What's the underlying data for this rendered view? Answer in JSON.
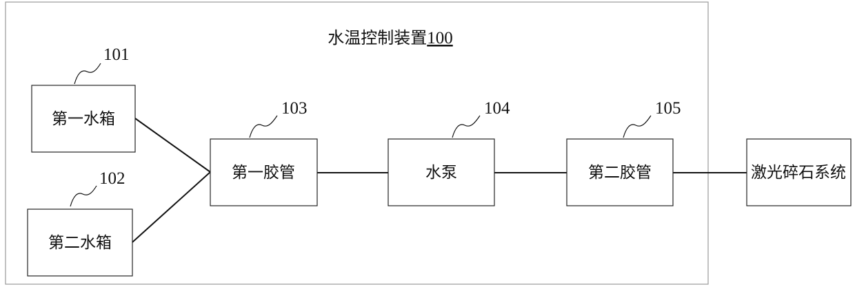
{
  "title": {
    "text": "水温控制装置",
    "ref": "100"
  },
  "components": [
    {
      "id": "tank1",
      "label": "第一水箱",
      "ref": "101"
    },
    {
      "id": "tank2",
      "label": "第二水箱",
      "ref": "102"
    },
    {
      "id": "hose1",
      "label": "第一胶管",
      "ref": "103"
    },
    {
      "id": "pump",
      "label": "水泵",
      "ref": "104"
    },
    {
      "id": "hose2",
      "label": "第二胶管",
      "ref": "105"
    },
    {
      "id": "laser",
      "label": "激光碎石系统"
    }
  ],
  "connections": [
    [
      "tank1",
      "hose1"
    ],
    [
      "tank2",
      "hose1"
    ],
    [
      "hose1",
      "pump"
    ],
    [
      "pump",
      "hose2"
    ],
    [
      "hose2",
      "laser"
    ]
  ]
}
